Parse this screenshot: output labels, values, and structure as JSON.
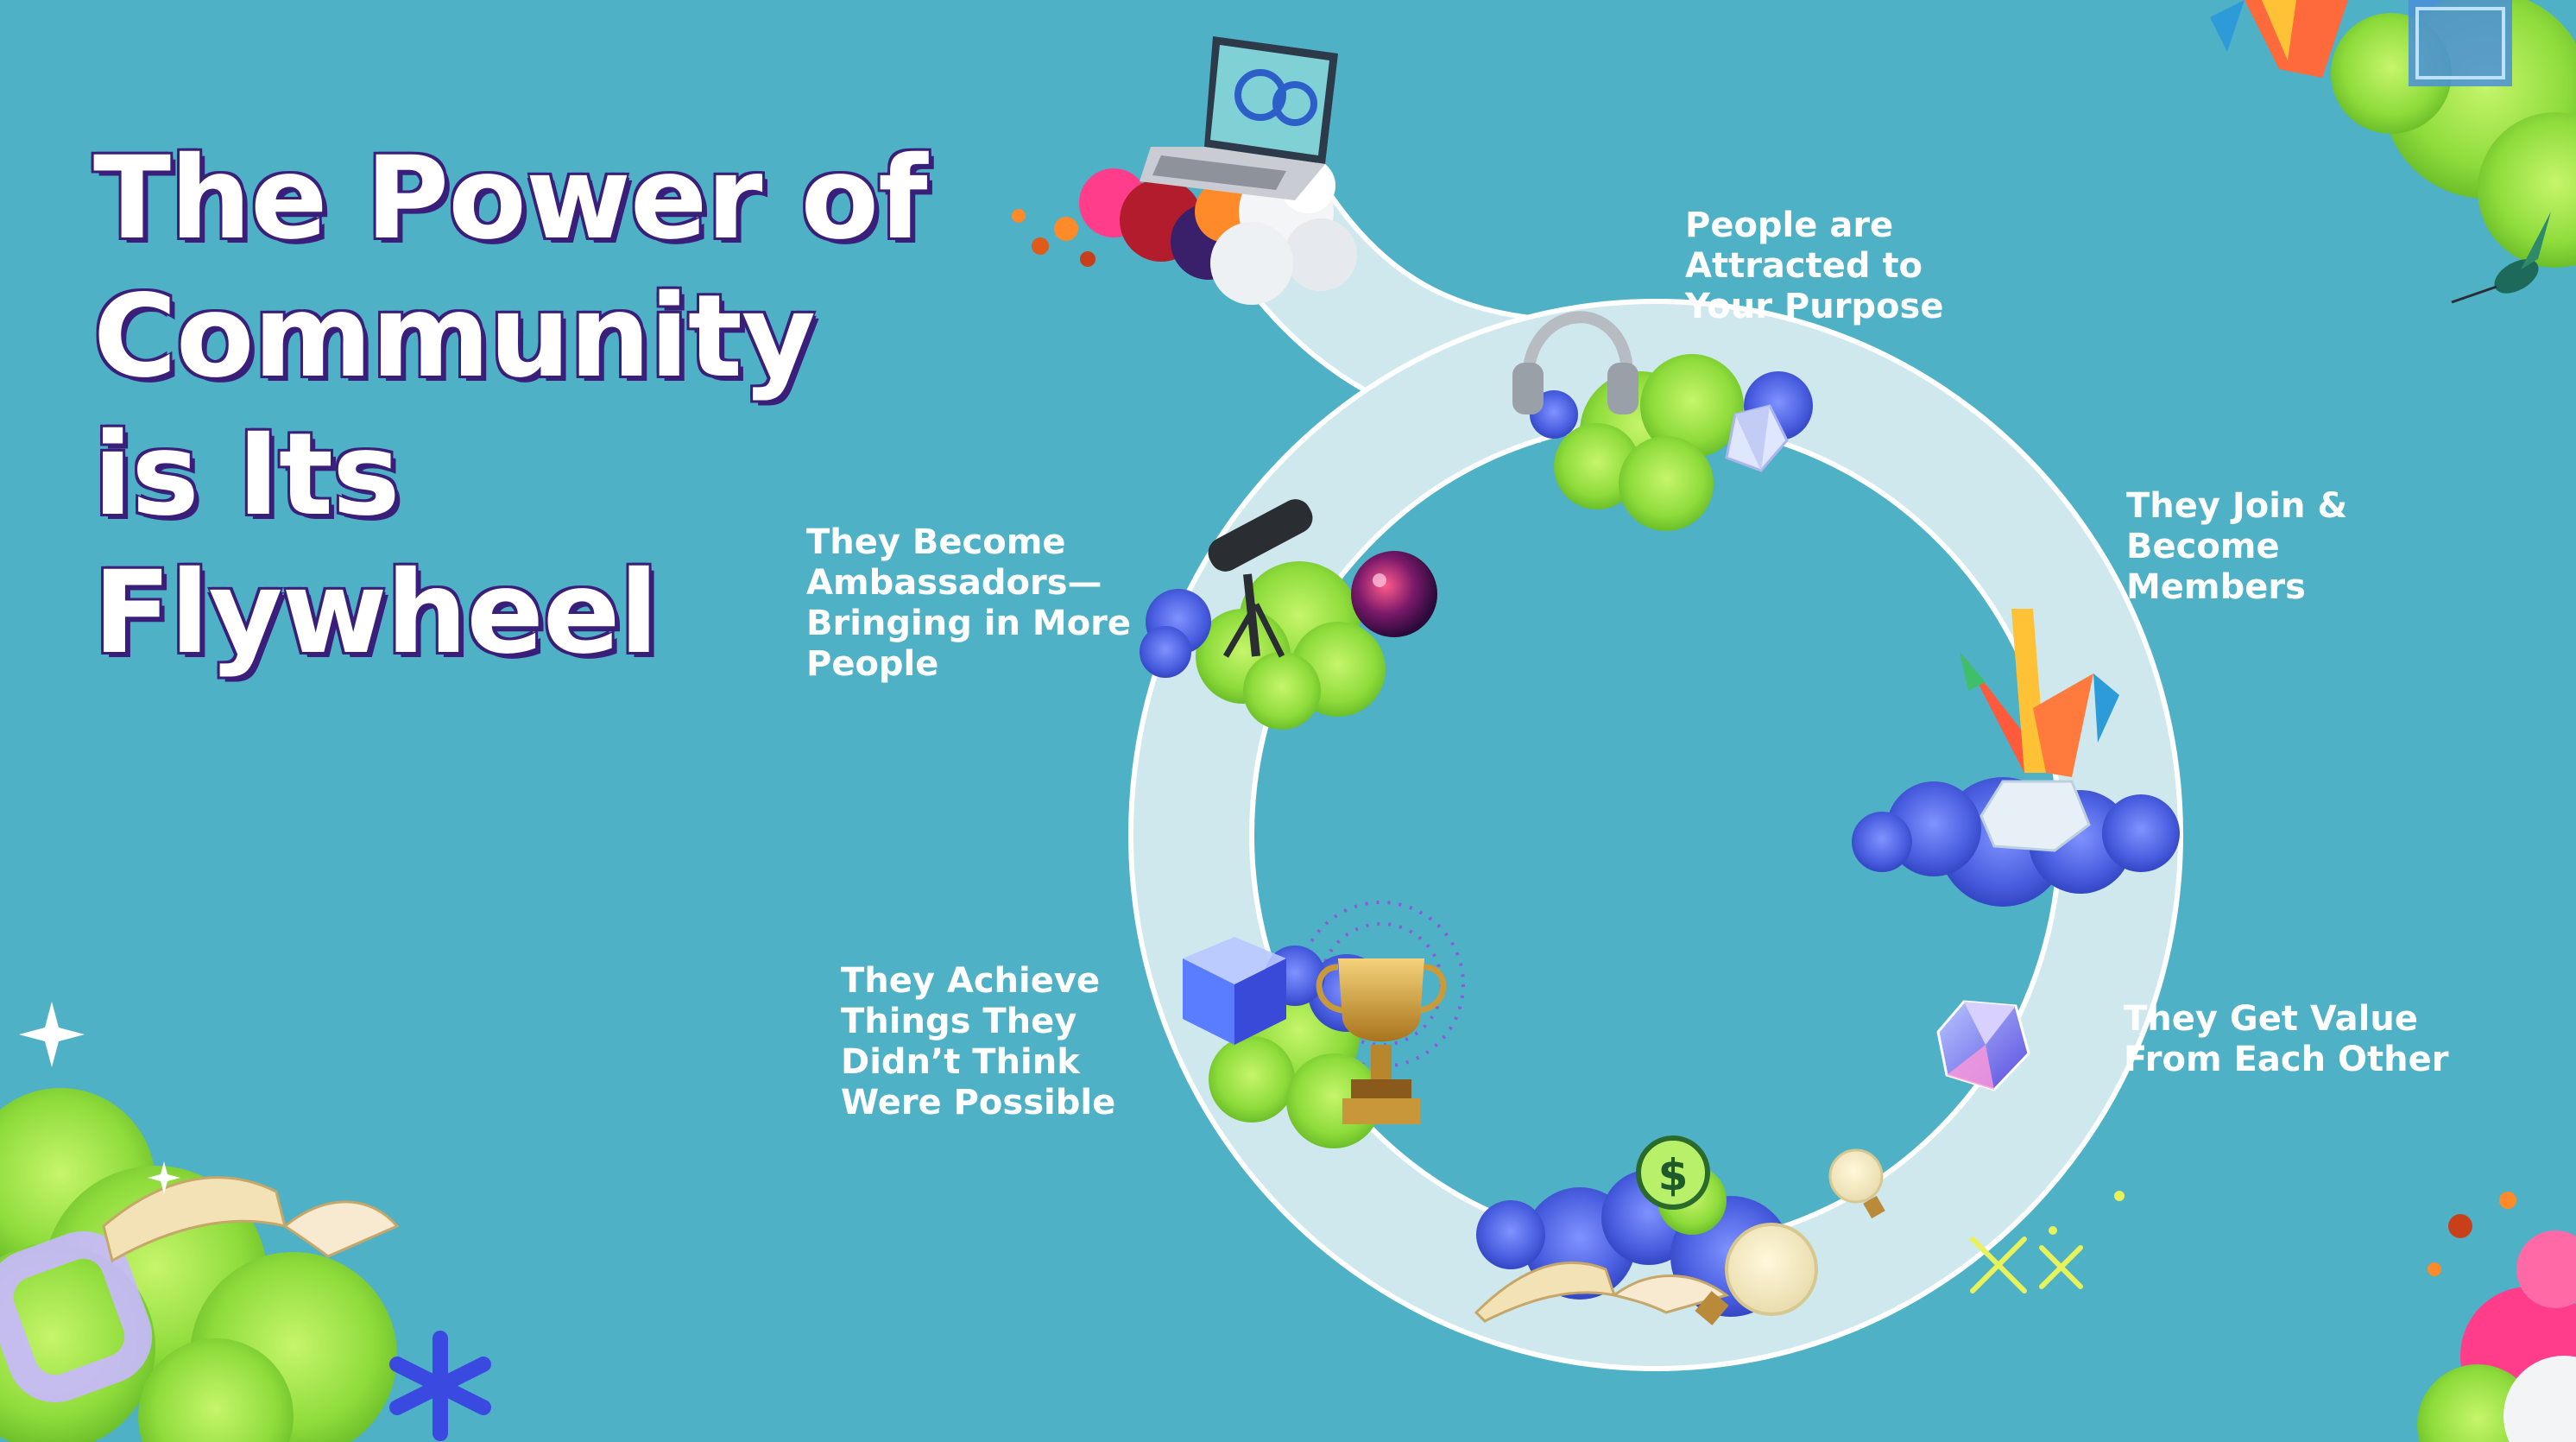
{
  "title_lines": [
    "The Power of",
    "Community",
    "is Its",
    "Flywheel"
  ],
  "stages": [
    {
      "lines": [
        "People are",
        "Attracted to",
        "Your Purpose"
      ]
    },
    {
      "lines": [
        "They Join &",
        "Become",
        "Members"
      ]
    },
    {
      "lines": [
        "They Get Value",
        "From Each Other"
      ]
    },
    {
      "lines": [
        "They Achieve",
        "Things They",
        "Didn’t Think",
        "Were Possible"
      ]
    },
    {
      "lines": [
        "They Become",
        "Ambassadors—",
        "Bringing in More",
        "People"
      ]
    }
  ],
  "colors": {
    "background": "#4fb1c6",
    "ring_fill": "#cfe8ee",
    "ring_outline": "#ffffff",
    "title_text": "#ffffff",
    "title_shadow": "#3a1f7a",
    "cloud_green": "#9be64a",
    "cloud_blue": "#5a6ee0"
  },
  "decorations": {
    "center_icons": [
      "laptop-icon",
      "headphones-icon",
      "paper-crane-icon",
      "crystal-icon",
      "lightbulb-icon",
      "coin-icon",
      "open-book-icon",
      "trophy-icon",
      "glass-cube-icon",
      "microphone-icon",
      "planet-icon"
    ],
    "corner_icons": [
      "origami-bird-icon",
      "hummingbird-icon",
      "open-book-icon",
      "glass-ring-icon",
      "sparkle-icon",
      "asterisk-icon"
    ]
  }
}
